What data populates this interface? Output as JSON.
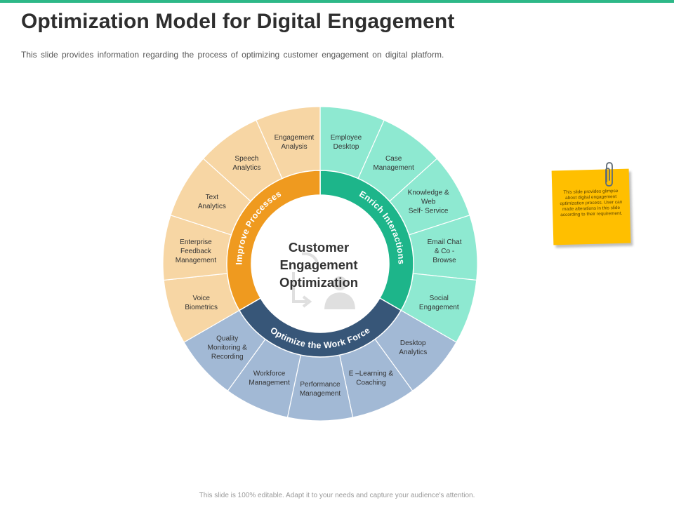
{
  "title": "Optimization Model for Digital Engagement",
  "subtitle": "This slide provides information regarding the process of optimizing customer engagement on digital platform.",
  "footer": "This slide is 100% editable. Adapt it to your needs and capture your audience's attention.",
  "center": {
    "lines": [
      "Customer",
      "Engagement",
      "Optimization"
    ],
    "icon": "user-refresh-icon"
  },
  "ring_groups": [
    {
      "label": "Enrich Interactions",
      "color": "#1db58a"
    },
    {
      "label": "Optimize the Work Force",
      "color": "#375678"
    },
    {
      "label": "Improve Processes",
      "color": "#ef9a1f"
    }
  ],
  "outer_colors": [
    "#8ee9d1",
    "#a2b9d5",
    "#f7d6a4"
  ],
  "segments": [
    {
      "group": 0,
      "lines": [
        "Employee",
        "Desktop"
      ]
    },
    {
      "group": 0,
      "lines": [
        "Case",
        "Management"
      ]
    },
    {
      "group": 0,
      "lines": [
        "Knowledge &",
        "Web",
        "Self- Service"
      ]
    },
    {
      "group": 0,
      "lines": [
        "Email  Chat",
        "& Co -",
        "Browse"
      ]
    },
    {
      "group": 0,
      "lines": [
        "Social",
        "Engagement"
      ]
    },
    {
      "group": 1,
      "lines": [
        "Desktop",
        "Analytics"
      ]
    },
    {
      "group": 1,
      "lines": [
        "E –Learning &",
        "Coaching"
      ]
    },
    {
      "group": 1,
      "lines": [
        "Performance",
        "Management"
      ]
    },
    {
      "group": 1,
      "lines": [
        "Workforce",
        "Management"
      ]
    },
    {
      "group": 1,
      "lines": [
        "Quality",
        "Monitoring &",
        "Recording"
      ]
    },
    {
      "group": 2,
      "lines": [
        "Voice",
        "Biometrics"
      ]
    },
    {
      "group": 2,
      "lines": [
        "Enterprise",
        "Feedback",
        "Management"
      ]
    },
    {
      "group": 2,
      "lines": [
        "Text",
        "Analytics"
      ]
    },
    {
      "group": 2,
      "lines": [
        "Speech",
        "Analytics"
      ]
    },
    {
      "group": 2,
      "lines": [
        "Engagement",
        "Analysis"
      ]
    }
  ],
  "note": {
    "text": "This slide provides glimpse about digital engagement optimization process. User can made alterations in this slide according to their requirement.",
    "color": "#ffbf00",
    "icon": "paperclip-icon"
  }
}
